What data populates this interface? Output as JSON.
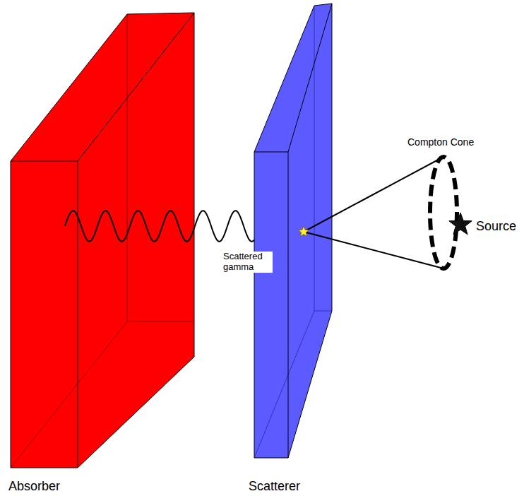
{
  "diagram": {
    "labels": [
      "Compton Cone",
      "Source",
      "Scattered gamma",
      "Absorber",
      "Scatterer"
    ]
  }
}
